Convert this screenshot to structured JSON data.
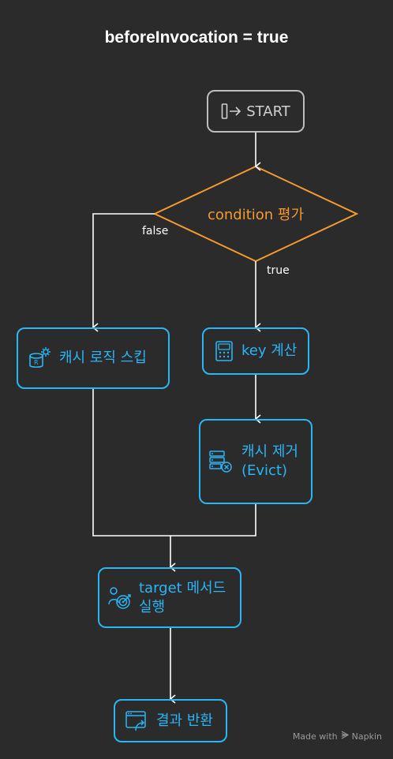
{
  "title": "beforeInvocation = true",
  "nodes": {
    "start": "START",
    "condition": "condition 평가",
    "skip_cache": "캐시 로직 스킵",
    "key_calc": "key 계산",
    "evict": "캐시 제거\n(Evict)",
    "execute": "target 메서드\n실행",
    "return_result": "결과 반환"
  },
  "edges": {
    "false_label": "false",
    "true_label": "true"
  },
  "watermark": {
    "prefix": "Made with",
    "brand": "Napkin"
  },
  "colors": {
    "background": "#2b2b2b",
    "process": "#29b6f6",
    "decision": "#f59a2e",
    "start": "#bdbdbd",
    "connector": "#ffffff"
  }
}
